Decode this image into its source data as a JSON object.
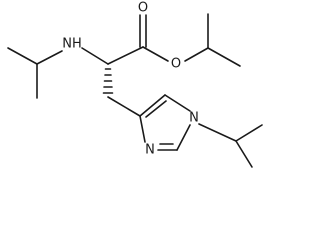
{
  "molecule": {
    "atoms": {
      "amine_nh": "NH",
      "carbonyl_o": "O",
      "ester_o": "O",
      "ring_n_substituted": "N",
      "ring_n": "N"
    }
  }
}
